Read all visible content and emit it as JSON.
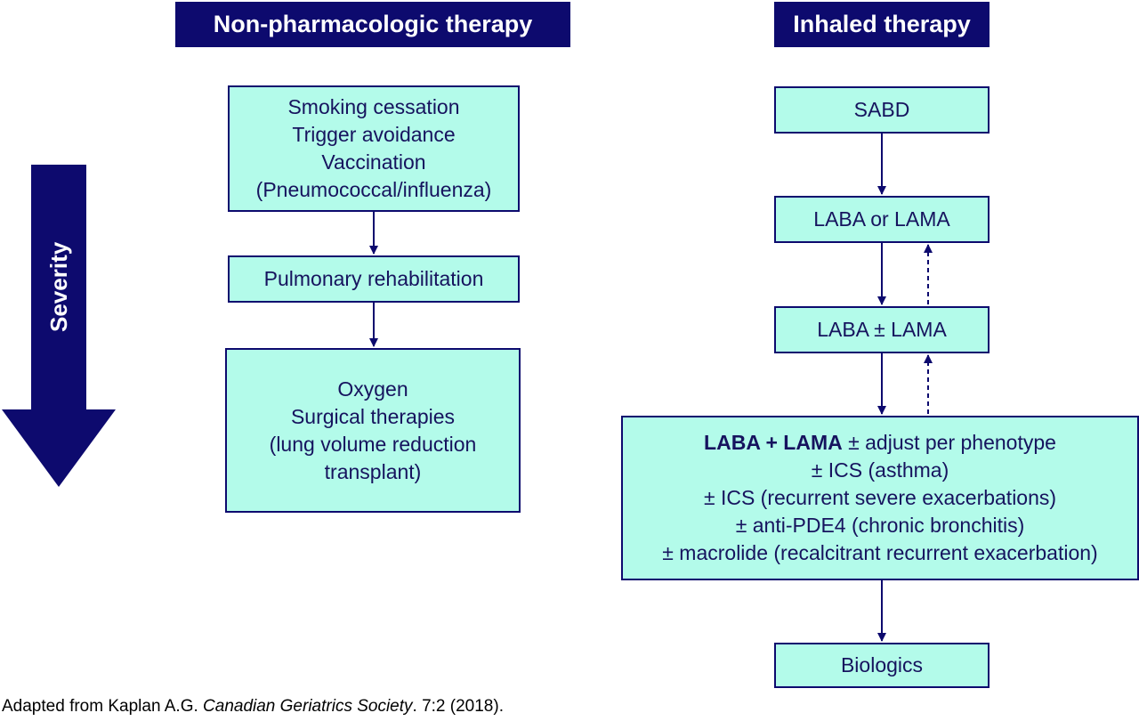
{
  "headers": {
    "non_pharm": "Non-pharmacologic therapy",
    "inhaled": "Inhaled therapy"
  },
  "severity_label": "Severity",
  "non_pharm_boxes": {
    "lifestyle": [
      "Smoking cessation",
      "Trigger avoidance",
      "Vaccination",
      "(Pneumococcal/influenza)"
    ],
    "rehab": [
      "Pulmonary rehabilitation"
    ],
    "advanced": [
      "Oxygen",
      "Surgical therapies",
      "(lung volume reduction",
      "transplant)"
    ]
  },
  "inhaled_boxes": {
    "sabd": "SABD",
    "laba_or_lama": "LABA or LAMA",
    "laba_pm_lama": "LABA ± LAMA",
    "combo": {
      "first_bold": "LABA + LAMA",
      "first_rest": " ± adjust per phenotype",
      "lines": [
        "± ICS (asthma)",
        "± ICS (recurrent severe exacerbations)",
        "± anti-PDE4 (chronic bronchitis)",
        "± macrolide (recalcitrant recurrent exacerbation)"
      ]
    },
    "biologics": "Biologics"
  },
  "caption": {
    "prefix": "Adapted from Kaplan A.G. ",
    "journal": "Canadian Geriatrics Society",
    "suffix": ". 7:2 (2018)."
  },
  "colors": {
    "navy": "#0d0a6e",
    "box_fill": "#b3fbea",
    "text": "#16135e"
  }
}
